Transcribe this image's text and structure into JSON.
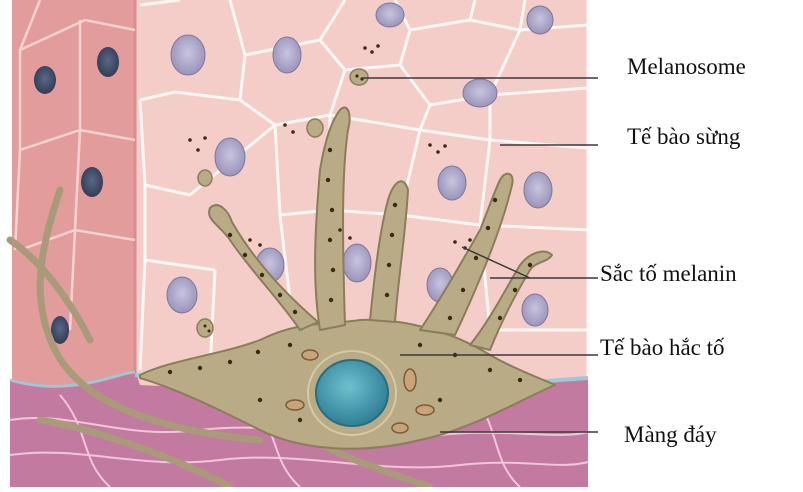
{
  "labels": [
    {
      "id": "melanosome",
      "text": "Melanosome"
    },
    {
      "id": "te-bao-sung",
      "text": "Tế bào sừng"
    },
    {
      "id": "sac-to-melanin",
      "text": "Sắc tố melanin"
    },
    {
      "id": "te-bao-hac-to",
      "text": "Tế bào hắc tố"
    },
    {
      "id": "mang-day",
      "text": "Màng đáy"
    }
  ],
  "colors": {
    "cell_fill": "#f2c4c0",
    "cell_fill_light": "#f6d3cf",
    "cell_border": "#fdf3f1",
    "nucleus": "#a9a3c6",
    "nucleus_dark": "#3f4a66",
    "melanocyte": "#b8ab86",
    "melanocyte_nucleus": "#3f93a8",
    "melanin_dots": "#3a2a14",
    "basal_layer": "#b86f97",
    "basement_membrane": "#9fc7d4"
  }
}
